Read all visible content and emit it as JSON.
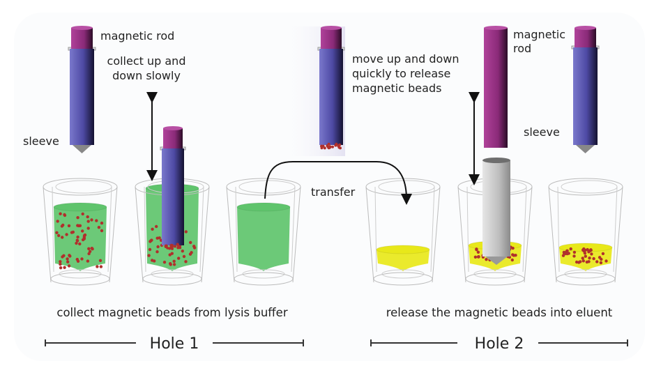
{
  "labels": {
    "magnetic_rod_1": "magnetic rod",
    "collect_line1": "collect up and",
    "collect_line2": "down slowly",
    "sleeve_1": "sleeve",
    "move_line1": "move up and down",
    "move_line2": "quickly to release",
    "move_line3": "magnetic beads",
    "transfer": "transfer",
    "magnetic_rod_2_line1": "magnetic",
    "magnetic_rod_2_line2": "rod",
    "sleeve_2": "sleeve"
  },
  "captions": {
    "left": "collect magnetic beads from lysis buffer",
    "right": "release the magnetic beads into eluent"
  },
  "holes": {
    "hole1": "Hole 1",
    "hole2": "Hole 2"
  },
  "colors": {
    "rod_cap": "#9a2f86",
    "sleeve": "#5a58b0",
    "lysis_buffer": "#5fc46c",
    "eluent": "#e8e81a",
    "bead": "#b0302c",
    "empty_sleeve": "#c8c8c8"
  }
}
